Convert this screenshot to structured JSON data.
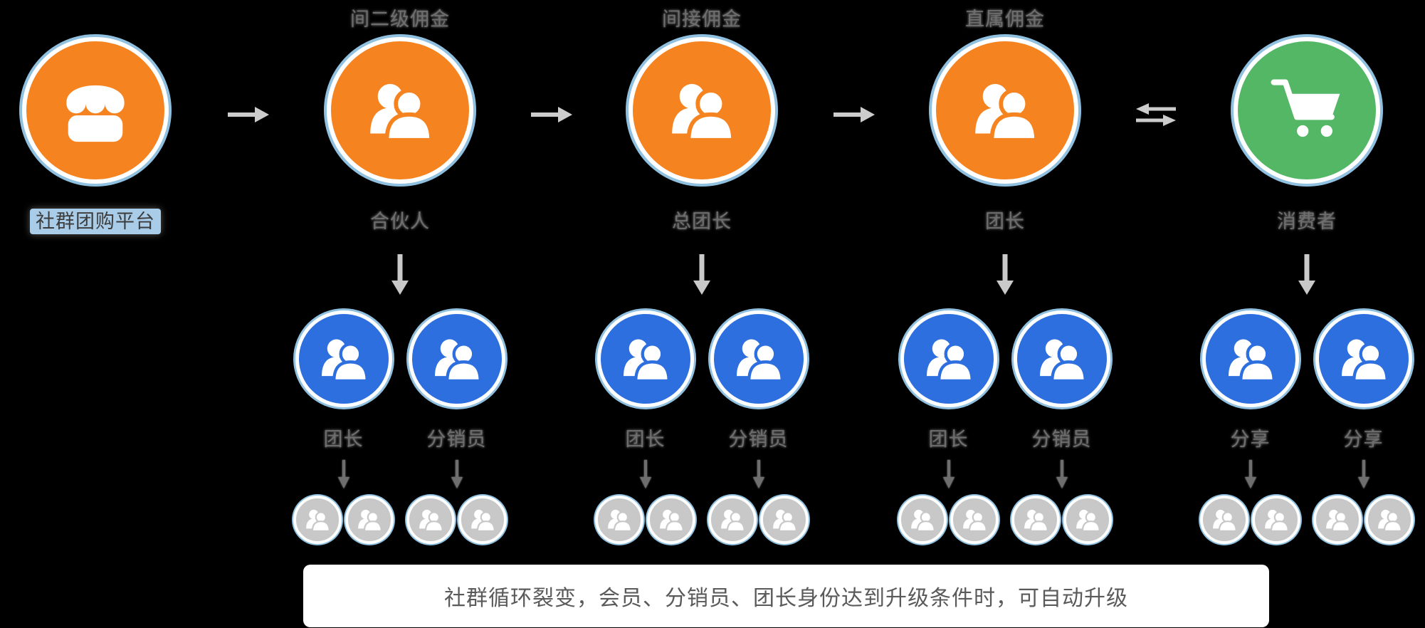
{
  "colors": {
    "background": "#000000",
    "platform_orange": "#F5831F",
    "consumer_green": "#53B766",
    "member_blue": "#2E6FE0",
    "fan_gray": "#C8C8C8",
    "ring_blue": "#8FC0E0",
    "highlight_blue": "#A9CDE9",
    "arrow_gray": "#CCCCCC"
  },
  "columns": [
    {
      "icon": "storefront-icon",
      "top_label": "",
      "node_label": "社群团购平台",
      "highlighted": true,
      "subs": []
    },
    {
      "icon": "people-icon",
      "top_label": "间二级佣金",
      "node_label": "合伙人",
      "highlighted": false,
      "subs": [
        {
          "label": "团长"
        },
        {
          "label": "分销员"
        }
      ]
    },
    {
      "icon": "people-icon",
      "top_label": "间接佣金",
      "node_label": "总团长",
      "highlighted": false,
      "subs": [
        {
          "label": "团长"
        },
        {
          "label": "分销员"
        }
      ]
    },
    {
      "icon": "people-icon",
      "top_label": "直属佣金",
      "node_label": "团长",
      "highlighted": false,
      "subs": [
        {
          "label": "团长"
        },
        {
          "label": "分销员"
        }
      ]
    },
    {
      "icon": "cart-icon",
      "top_label": "",
      "node_label": "消费者",
      "highlighted": false,
      "subs": [
        {
          "label": "分享"
        },
        {
          "label": "分享"
        }
      ]
    }
  ],
  "connectors": [
    "arrow-right",
    "arrow-right",
    "arrow-right",
    "arrow-left-right"
  ],
  "note": {
    "text": "社群循环裂变，会员、分销员、团长身份达到升级条件时，可自动升级"
  }
}
